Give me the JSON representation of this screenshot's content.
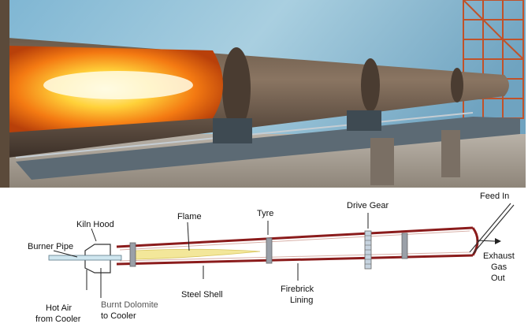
{
  "labels": {
    "burner_pipe": "Burner Pipe",
    "kiln_hood": "Kiln Hood",
    "flame": "Flame",
    "tyre": "Tyre",
    "drive_gear": "Drive Gear",
    "feed_in": "Feed In",
    "exhaust_gas_out": [
      "Exhaust",
      "Gas",
      "Out"
    ],
    "hot_air_from_cooler": [
      "Hot Air",
      "from Cooler"
    ],
    "burnt_dolomite": [
      "Burnt Dolomite",
      "to Cooler"
    ],
    "steel_shell": "Steel Shell",
    "firebrick_lining": [
      "Firebrick",
      "Lining"
    ]
  },
  "colors": {
    "shell": "#8b1c1c",
    "flame": "#f3e79a",
    "burner": "#cfe6ef",
    "ring": "#9aa0a8"
  }
}
